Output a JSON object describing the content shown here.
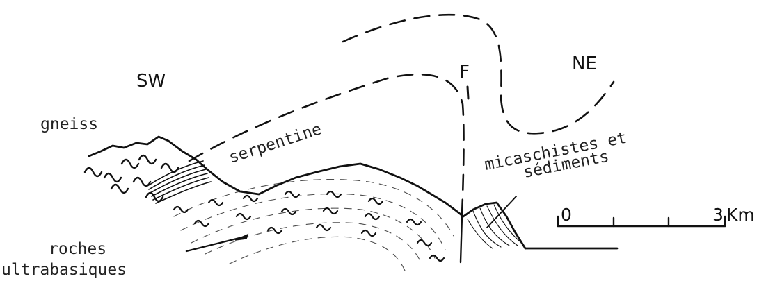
{
  "orientation": {
    "left": "SW",
    "right": "NE"
  },
  "fault_label": "F",
  "labels": {
    "gneiss": "gneiss",
    "serpentine": "serpentine",
    "micaschistes_line1": "micaschistes et",
    "micaschistes_line2": "sédiments",
    "roches_line1": "roches",
    "roches_line2": "ultrabasiques"
  },
  "scale_bar": {
    "start": "0",
    "end": "3",
    "unit": "Km"
  },
  "colors": {
    "ink": "#111111",
    "background": "#ffffff"
  }
}
